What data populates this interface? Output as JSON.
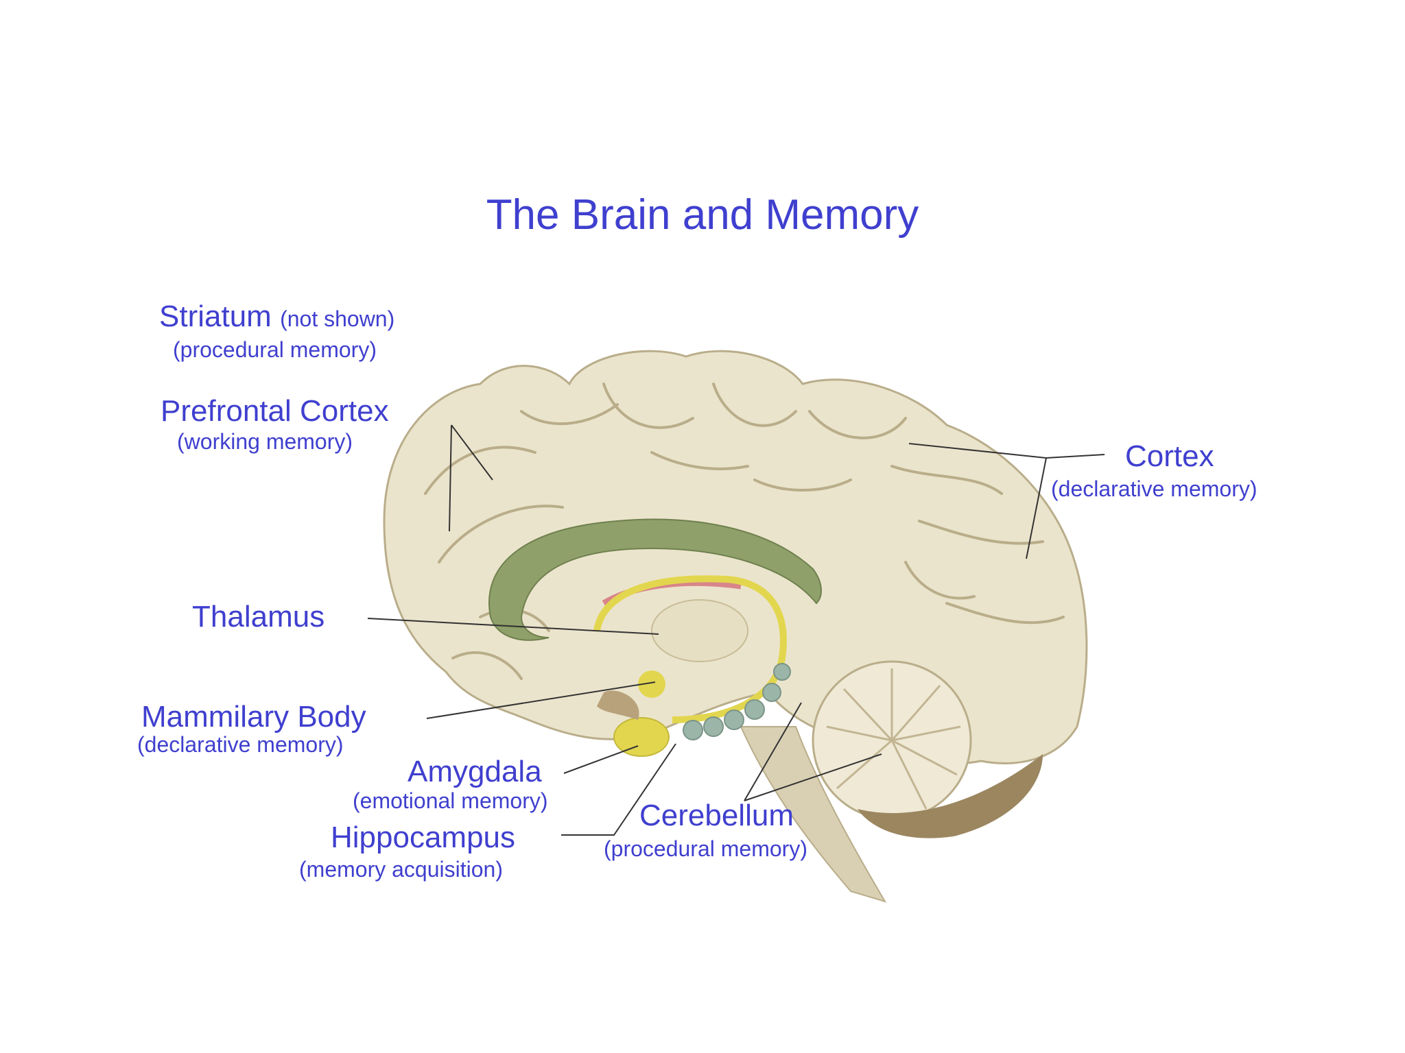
{
  "title": "The Brain and Memory",
  "labels": {
    "striatum": {
      "name": "Striatum",
      "note": "(not shown)",
      "memory": "(procedural memory)"
    },
    "prefrontal": {
      "name": "Prefrontal Cortex",
      "memory": "(working memory)"
    },
    "cortex": {
      "name": "Cortex",
      "memory": "(declarative memory)"
    },
    "thalamus": {
      "name": "Thalamus"
    },
    "mammilary": {
      "name": "Mammilary Body",
      "memory": "(declarative memory)"
    },
    "amygdala": {
      "name": "Amygdala",
      "memory": "(emotional memory)"
    },
    "hippocampus": {
      "name": "Hippocampus",
      "memory": "(memory acquisition)"
    },
    "cerebellum": {
      "name": "Cerebellum",
      "memory": "(procedural memory)"
    }
  },
  "colors": {
    "label_text": "#3f3fcf",
    "brain_tissue": "#e9e2c9",
    "gyri_lines": "#b9ad8a",
    "corpus_callosum": "#8fa06a",
    "fornix": "#e2d64f",
    "cerebellum": "#efe9d6",
    "brainstem": "#9b8660"
  }
}
